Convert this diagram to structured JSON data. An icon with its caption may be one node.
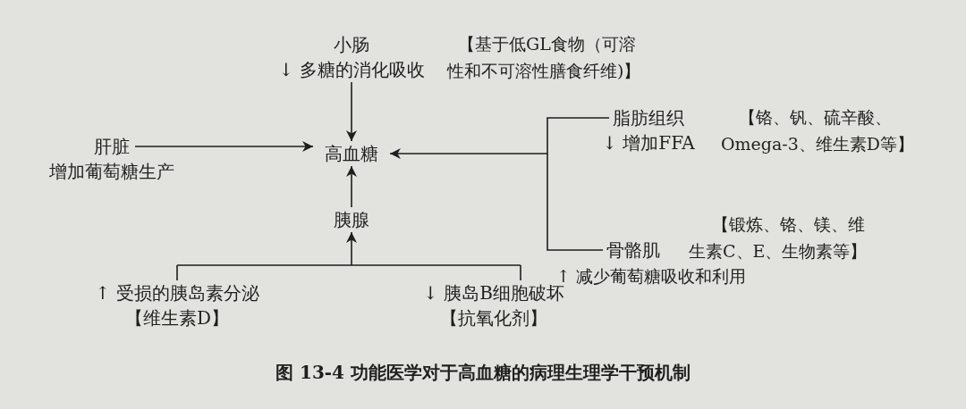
{
  "diagram": {
    "caption": "图 13-4 功能医学对于高血糖的病理生理学干预机制",
    "nodes": [
      {
        "text": [
          "小肠",
          "↓ 多糖的消化吸收"
        ],
        "beside": [
          "【基于低GL食物（可溶性和不可溶性膳食纤维)】"
        ]
      },
      {
        "text": [
          "肝脏",
          "增加葡萄糖生产"
        ]
      },
      {
        "text": [
          "高血糖"
        ]
      },
      {
        "text": [
          "脂肪组织",
          "↓ 增加FFA"
        ],
        "beside": [
          "【铬、钒、硫辛酸、Omega-3、维生素D等】"
        ]
      },
      {
        "text": [
          "骨骼肌"
        ],
        "beside": [
          "【锻炼、铬、镁、维生素C、E、生物素等】",
          "↑ 减少葡萄糖吸收和利用"
        ]
      },
      {
        "text": [
          "胰腺"
        ]
      },
      {
        "text": [
          "↑ 受损的胰岛素分泌",
          "【维生素D】"
        ]
      },
      {
        "text": [
          "↓ 胰岛B细胞破坏",
          "【抗氧化剂】"
        ]
      }
    ],
    "edges": [
      {
        "from": 0,
        "to": 2,
        "arrow": "to"
      },
      {
        "from": 1,
        "to": 2,
        "arrow": "to"
      },
      {
        "from": 5,
        "to": 2,
        "arrow": "to"
      },
      {
        "from": 3,
        "to": 2,
        "arrow": "to"
      },
      {
        "from": 4,
        "to": 2,
        "arrow": "to"
      },
      {
        "from": 6,
        "to": 5,
        "arrow": "to"
      },
      {
        "from": 7,
        "to": 5,
        "arrow": "to"
      }
    ]
  }
}
